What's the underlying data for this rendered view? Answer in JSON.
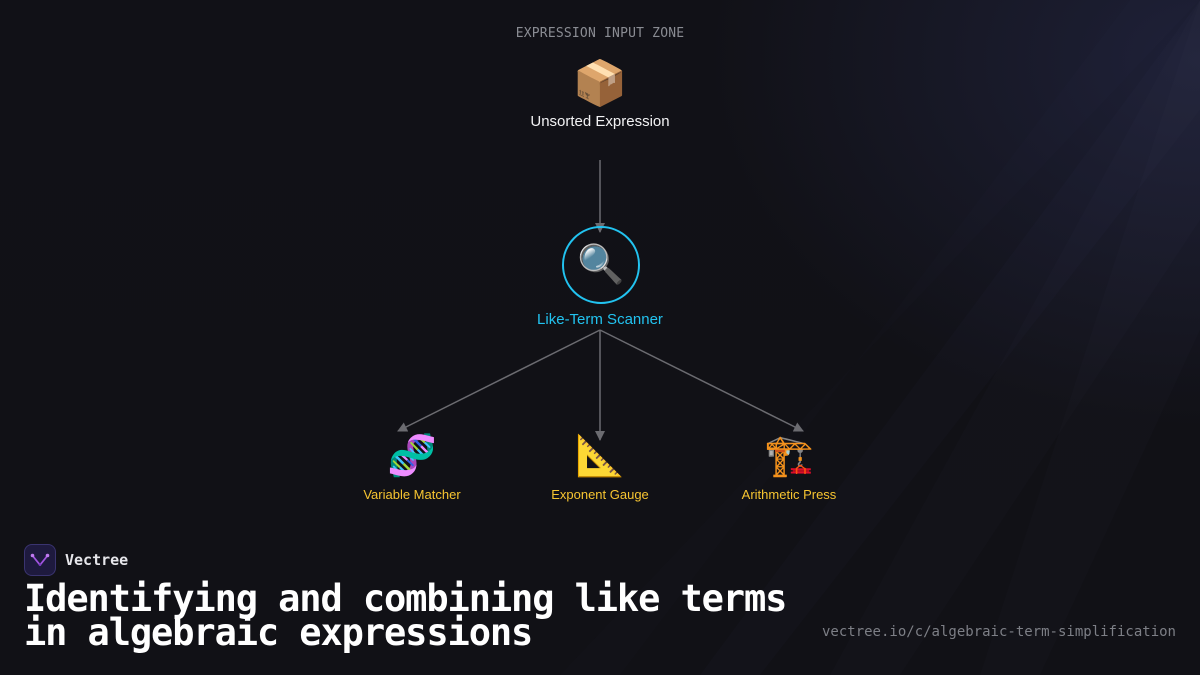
{
  "diagram": {
    "zone_label": "EXPRESSION INPUT ZONE",
    "root": {
      "icon": "package-icon",
      "glyph": "📦",
      "label": "Unsorted Expression"
    },
    "scanner": {
      "icon": "magnifier-icon",
      "glyph": "🔍",
      "label": "Like-Term Scanner",
      "accent": "#22c3f0"
    },
    "branches": [
      {
        "icon": "dna-icon",
        "glyph": "🧬",
        "label": "Variable Matcher"
      },
      {
        "icon": "triangular-ruler-icon",
        "glyph": "📐",
        "label": "Exponent Gauge"
      },
      {
        "icon": "crane-icon",
        "glyph": "🏗️",
        "label": "Arithmetic Press"
      }
    ],
    "branch_label_color": "#f7c531",
    "edge_color": "#6b6b70"
  },
  "footer": {
    "brand_name": "Vectree",
    "headline_line1": "Identifying and combining like terms",
    "headline_line2": "in algebraic expressions",
    "url": "vectree.io/c/algebraic-term-simplification"
  }
}
